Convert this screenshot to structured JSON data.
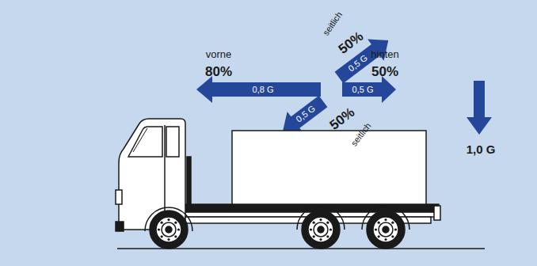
{
  "diagram": {
    "labels": [
      "seitlich",
      "50%",
      "0,5 G",
      "vorne",
      "80%",
      "0,8 G",
      "0,5 G",
      "hinten",
      "50%",
      "0,5 G",
      "50%",
      "seitlich",
      "1,0 G"
    ]
  }
}
